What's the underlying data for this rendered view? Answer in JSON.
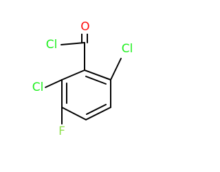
{
  "molecule": {
    "atoms": {
      "carbonyl_oxygen": "O",
      "acyl_chlorine": "Cl",
      "ring_chlorine_top": "Cl",
      "ring_chlorine_left": "Cl",
      "ring_fluorine": "F"
    },
    "colors": {
      "bond": "#000000",
      "oxygen": "#ff0d0d",
      "chlorine": "#1ff01f",
      "fluorine": "#90e050"
    }
  }
}
